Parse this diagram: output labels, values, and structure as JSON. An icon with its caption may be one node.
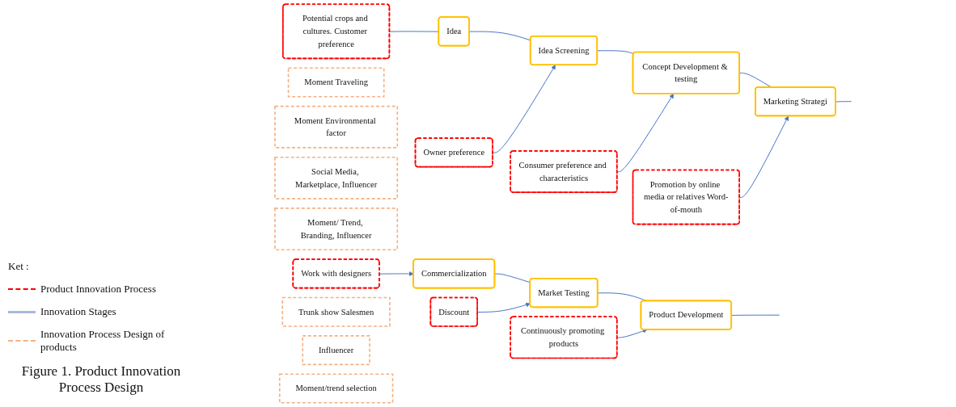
{
  "diagram": {
    "caption": "Figure 1. Product Innovation Process Design",
    "nodes": [
      {
        "text": [
          "Potential crops and cultures. Customer preference"
        ]
      },
      {
        "text": [
          "Moment Traveling"
        ]
      },
      {
        "text": [
          "Idea"
        ]
      },
      {
        "text": [
          "Idea Screening"
        ]
      },
      {
        "text": [
          "Concept Development & testing"
        ]
      },
      {
        "text": [
          "Marketing Strategi"
        ]
      },
      {
        "text": [
          "Owner preference"
        ]
      },
      {
        "text": [
          "Moment Environmental factor"
        ]
      },
      {
        "text": [
          "Consumer preference and characteristics"
        ]
      },
      {
        "text": [
          "Social Media, Marketplace, Influencer"
        ]
      },
      {
        "text": [
          "Promotion by online media or relatives Word-of-mouth"
        ]
      },
      {
        "text": [
          "Moment/ Trend, Branding, Influencer"
        ]
      },
      {
        "text": [
          "Commercialization"
        ]
      },
      {
        "text": [
          "Market Testing"
        ]
      },
      {
        "text": [
          "Product Development"
        ]
      },
      {
        "text": [
          "Work with designers"
        ]
      },
      {
        "text": [
          "Trunk show Salesmen"
        ]
      },
      {
        "text": [
          "Discount"
        ]
      },
      {
        "text": [
          "Influencer"
        ]
      },
      {
        "text": [
          "Continuously promoting products"
        ]
      },
      {
        "text": [
          "Moment/trend selection"
        ]
      }
    ],
    "edges": [
      {
        "from": 0,
        "to": 2,
        "arrow": "none"
      },
      {
        "from": 2,
        "to": 3,
        "arrow": "none"
      },
      {
        "from": 3,
        "to": 4,
        "arrow": "none"
      },
      {
        "from": 4,
        "to": 5,
        "arrow": "none"
      },
      {
        "from": 5,
        "to": null,
        "arrow": "none"
      },
      {
        "from": 6,
        "to": 3,
        "arrow": "to"
      },
      {
        "from": 8,
        "to": 4,
        "arrow": "to"
      },
      {
        "from": 10,
        "to": 5,
        "arrow": "to"
      },
      {
        "from": 12,
        "to": 13,
        "arrow": "none"
      },
      {
        "from": 13,
        "to": 14,
        "arrow": "none"
      },
      {
        "from": 14,
        "to": null,
        "arrow": "none"
      },
      {
        "from": 15,
        "to": 12,
        "arrow": "to"
      },
      {
        "from": 17,
        "to": 13,
        "arrow": "to"
      },
      {
        "from": 19,
        "to": 14,
        "arrow": "to"
      }
    ],
    "labels": [
      "Ket :"
    ],
    "legend": [
      {
        "text": "Product Innovation Process"
      },
      {
        "text": "Innovation Stages"
      },
      {
        "text": "Innovation Process Design of products"
      }
    ]
  }
}
